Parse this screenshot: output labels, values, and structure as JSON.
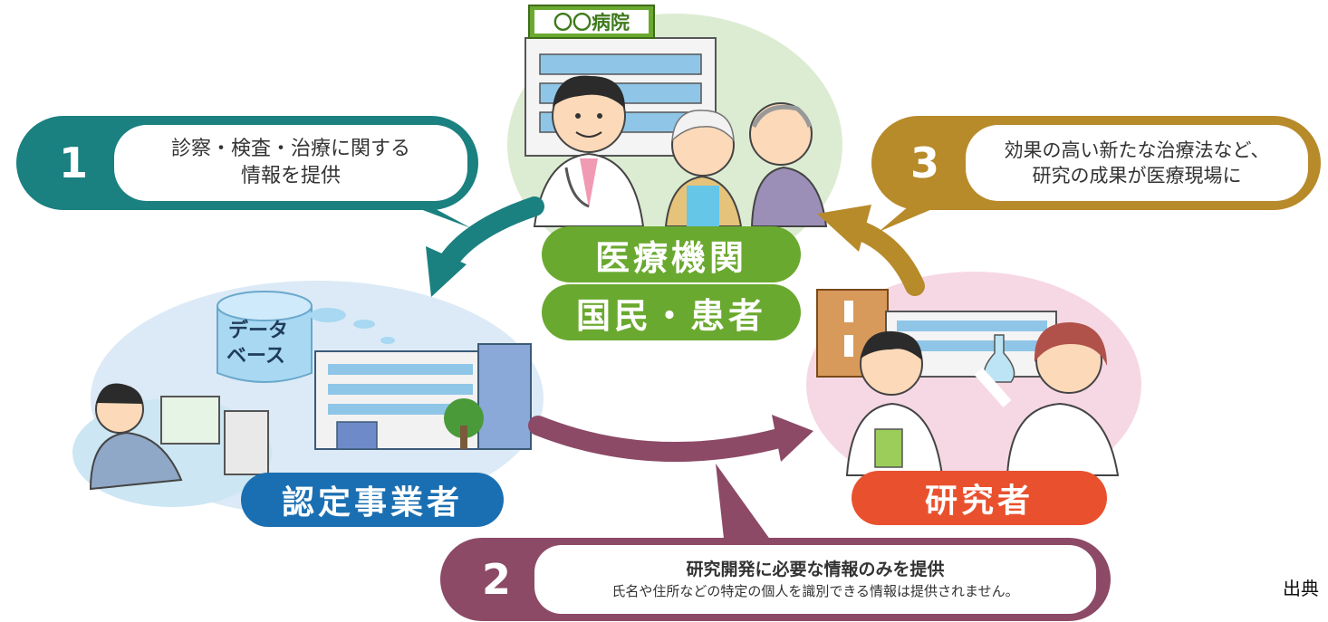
{
  "hospital_sign": "〇〇病院",
  "database_label": [
    "データ",
    "ベース"
  ],
  "nodes": {
    "medical": "医療機関",
    "patients": "国民・患者",
    "certified": "認定事業者",
    "researcher": "研究者"
  },
  "callouts": {
    "one": {
      "number": "1",
      "lines": [
        "診察・検査・治療に関する",
        "情報を提供"
      ]
    },
    "two": {
      "number": "2",
      "line1": "研究開発に必要な情報のみを提供",
      "line2": "氏名や住所などの特定の個人を識別できる情報は提供されません。"
    },
    "three": {
      "number": "3",
      "lines": [
        "効果の高い新たな治療法など、",
        "研究の成果が医療現場に"
      ]
    }
  },
  "source_label": "出典",
  "colors": {
    "teal": "#1a8080",
    "mauve": "#8c4a66",
    "gold": "#b78a2a",
    "green": "#6aa92f",
    "blue": "#1a6fb2",
    "orange": "#e9512e"
  }
}
